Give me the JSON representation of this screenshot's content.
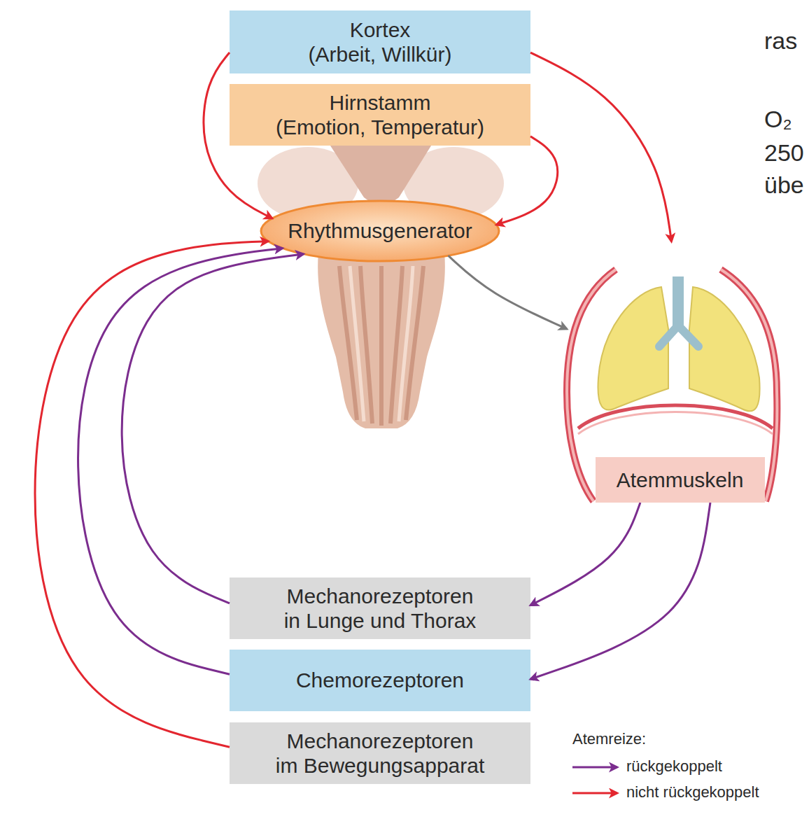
{
  "diagram": {
    "nodes": [
      {
        "text": [
          "Kortex",
          "(Arbeit, Willkür)"
        ]
      },
      {
        "text": [
          "Hirnstamm",
          "(Emotion, Temperatur)"
        ]
      },
      {
        "text": [
          "Rhythmusgenerator"
        ]
      },
      {
        "text": [
          "Atemmuskeln"
        ]
      },
      {
        "text": [
          "Mechanorezeptoren in Lunge und Thorax"
        ]
      },
      {
        "text": [
          "Chemorezeptoren"
        ]
      },
      {
        "text": [
          "Mechanorezeptoren im Bewegungsapparat"
        ]
      }
    ],
    "edges": [
      {
        "from": 0,
        "to": 2,
        "arrow": "to"
      },
      {
        "from": 0,
        "to": 3,
        "arrow": "to"
      },
      {
        "from": 1,
        "to": 2,
        "arrow": "to"
      },
      {
        "from": 2,
        "to": 3,
        "arrow": "to"
      },
      {
        "from": 3,
        "to": 4,
        "arrow": "to"
      },
      {
        "from": 3,
        "to": 5,
        "arrow": "to"
      },
      {
        "from": 4,
        "to": 2,
        "arrow": "to"
      },
      {
        "from": 5,
        "to": 2,
        "arrow": "to"
      },
      {
        "from": 6,
        "to": 2,
        "arrow": "to"
      }
    ],
    "labels": [
      "ras",
      "O₂",
      "250",
      "übe",
      "Atemreize:"
    ],
    "legend": [
      {
        "text": "rückgekoppelt"
      },
      {
        "text": "nicht rückgekoppelt"
      }
    ]
  }
}
